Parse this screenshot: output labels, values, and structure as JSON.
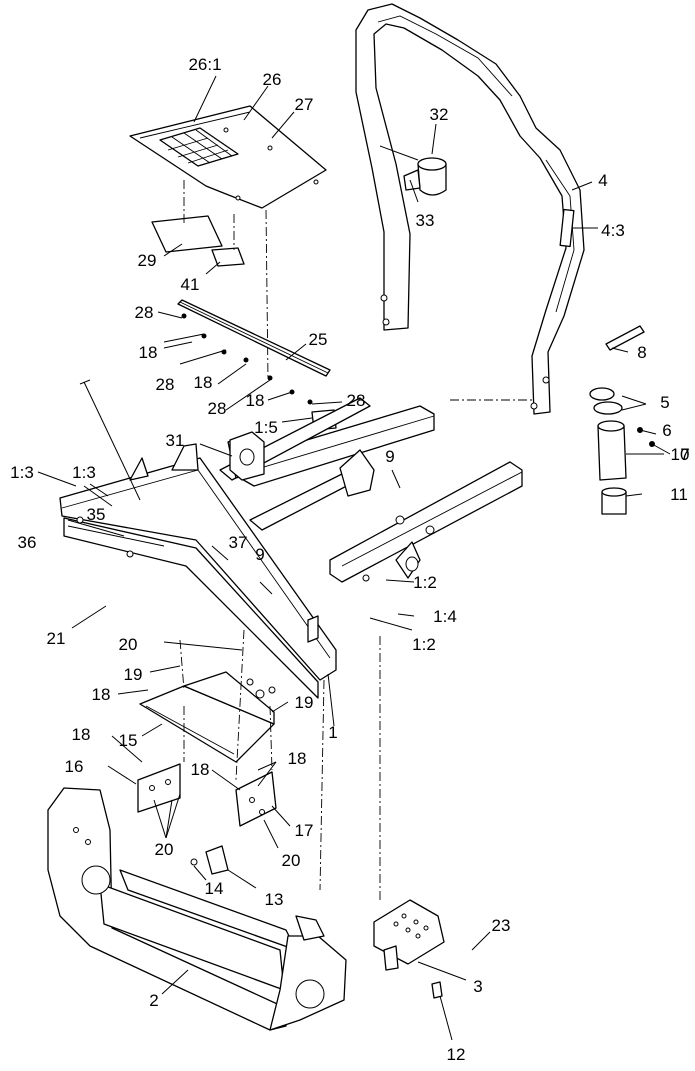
{
  "diagram": {
    "callouts": [
      {
        "id": "c-26-1",
        "text": "26:1"
      },
      {
        "id": "c-26",
        "text": "26"
      },
      {
        "id": "c-27",
        "text": "27"
      },
      {
        "id": "c-32",
        "text": "32"
      },
      {
        "id": "c-33",
        "text": "33"
      },
      {
        "id": "c-4",
        "text": "4"
      },
      {
        "id": "c-4-3",
        "text": "4:3"
      },
      {
        "id": "c-29",
        "text": "29"
      },
      {
        "id": "c-41",
        "text": "41"
      },
      {
        "id": "c-28a",
        "text": "28"
      },
      {
        "id": "c-18a",
        "text": "18"
      },
      {
        "id": "c-25",
        "text": "25"
      },
      {
        "id": "c-28b",
        "text": "28"
      },
      {
        "id": "c-18b",
        "text": "18"
      },
      {
        "id": "c-28c",
        "text": "28"
      },
      {
        "id": "c-18c",
        "text": "18"
      },
      {
        "id": "c-28d",
        "text": "28"
      },
      {
        "id": "c-8",
        "text": "8"
      },
      {
        "id": "c-5",
        "text": "5"
      },
      {
        "id": "c-1-5",
        "text": "1:5"
      },
      {
        "id": "c-6",
        "text": "6"
      },
      {
        "id": "c-7",
        "text": "7"
      },
      {
        "id": "c-31",
        "text": "31"
      },
      {
        "id": "c-10",
        "text": "10"
      },
      {
        "id": "c-9a",
        "text": "9"
      },
      {
        "id": "c-1-3a",
        "text": "1:3"
      },
      {
        "id": "c-11",
        "text": "11"
      },
      {
        "id": "c-35",
        "text": "35"
      },
      {
        "id": "c-1-3b",
        "text": "1:3"
      },
      {
        "id": "c-37",
        "text": "37"
      },
      {
        "id": "c-9b",
        "text": "9"
      },
      {
        "id": "c-36",
        "text": "36"
      },
      {
        "id": "c-1-2a",
        "text": "1:2"
      },
      {
        "id": "c-1-4",
        "text": "1:4"
      },
      {
        "id": "c-21",
        "text": "21"
      },
      {
        "id": "c-1-2b",
        "text": "1:2"
      },
      {
        "id": "c-20a",
        "text": "20"
      },
      {
        "id": "c-19a",
        "text": "19"
      },
      {
        "id": "c-18d",
        "text": "18"
      },
      {
        "id": "c-19b",
        "text": "19"
      },
      {
        "id": "c-1",
        "text": "1"
      },
      {
        "id": "c-15",
        "text": "15"
      },
      {
        "id": "c-18e",
        "text": "18"
      },
      {
        "id": "c-18f",
        "text": "18"
      },
      {
        "id": "c-16",
        "text": "16"
      },
      {
        "id": "c-18g",
        "text": "18"
      },
      {
        "id": "c-17",
        "text": "17"
      },
      {
        "id": "c-20b",
        "text": "20"
      },
      {
        "id": "c-20c",
        "text": "20"
      },
      {
        "id": "c-14",
        "text": "14"
      },
      {
        "id": "c-13",
        "text": "13"
      },
      {
        "id": "c-23",
        "text": "23"
      },
      {
        "id": "c-3",
        "text": "3"
      },
      {
        "id": "c-2",
        "text": "2"
      },
      {
        "id": "c-12",
        "text": "12"
      }
    ]
  }
}
